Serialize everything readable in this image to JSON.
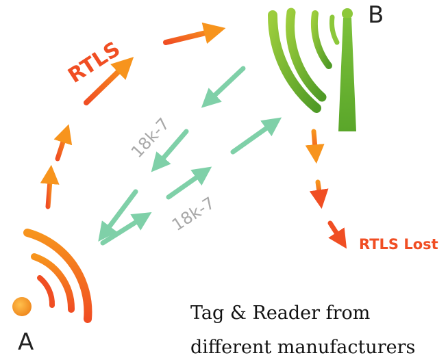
{
  "nodes": {
    "a": {
      "label": "A"
    },
    "b": {
      "label": "B"
    }
  },
  "links": {
    "rtls_label": "RTLS",
    "code_label_top": "18k-7",
    "code_label_bottom": "18k-7",
    "lost_label": "RTLS Lost"
  },
  "caption": {
    "line1": "Tag & Reader from",
    "line2": "different manufacturers"
  },
  "colors": {
    "orange_dark": "#f04e23",
    "orange_light": "#f7941d",
    "green_dark": "#5aa62a",
    "green_light": "#9ccd3c",
    "mint": "#7fd0a8",
    "gray_text": "#a8a8a8",
    "dot": "#f39a2b"
  }
}
